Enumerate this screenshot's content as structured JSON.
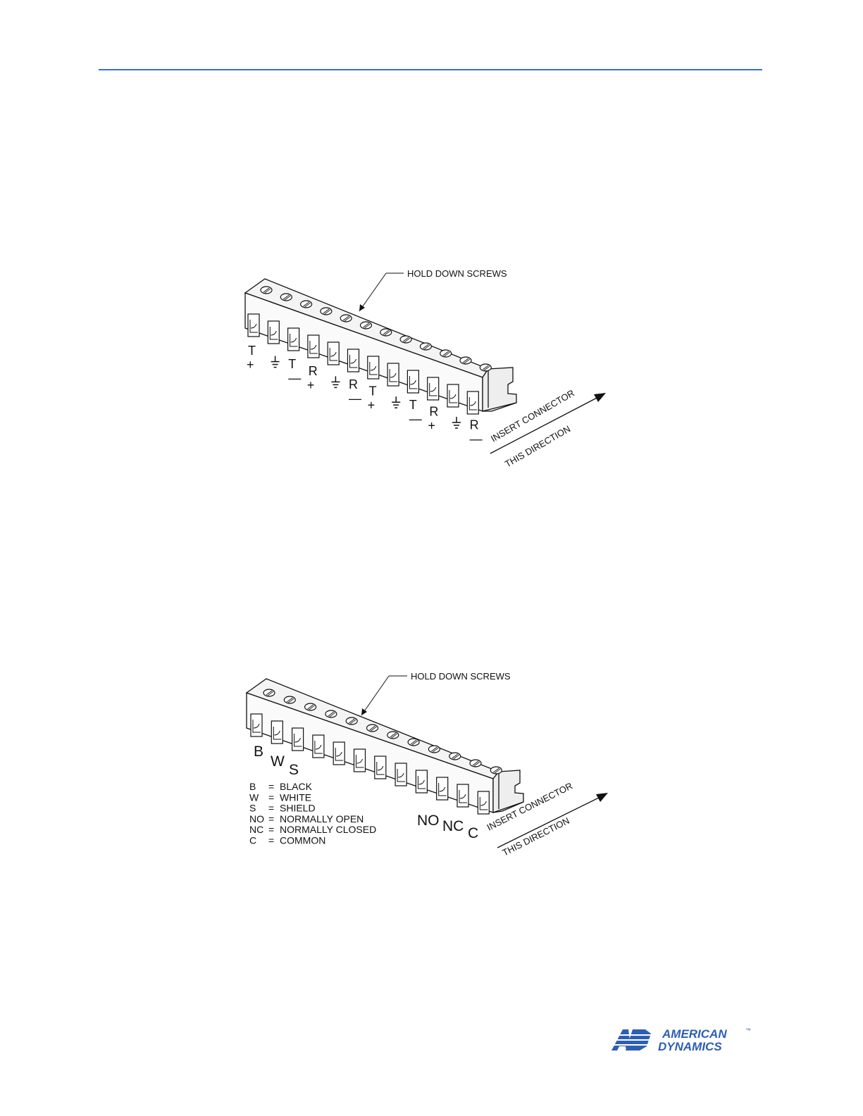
{
  "brand": {
    "accent_color": "#3a6fd8",
    "logo_text_1": "AMERICAN",
    "logo_text_2": "DYNAMICS",
    "logo_mark": "AD",
    "logo_tm": "™",
    "logo_color": "#2d5fb3"
  },
  "figure1": {
    "callout": "HOLD DOWN SCREWS",
    "pins": [
      {
        "top": "T",
        "bottom": "+"
      },
      {
        "top": "",
        "bottom": "⏚"
      },
      {
        "top": "T",
        "bottom": "—"
      },
      {
        "top": "R",
        "bottom": "+"
      },
      {
        "top": "",
        "bottom": "⏚"
      },
      {
        "top": "R",
        "bottom": "—"
      },
      {
        "top": "T",
        "bottom": "+"
      },
      {
        "top": "",
        "bottom": "⏚"
      },
      {
        "top": "T",
        "bottom": "—"
      },
      {
        "top": "R",
        "bottom": "+"
      },
      {
        "top": "",
        "bottom": "⏚"
      },
      {
        "top": "R",
        "bottom": "—"
      }
    ],
    "direction_line1": "INSERT CONNECTOR",
    "direction_line2": "THIS DIRECTION"
  },
  "figure2": {
    "callout": "HOLD DOWN SCREWS",
    "left_pins": [
      "B",
      "W",
      "S"
    ],
    "right_pins": [
      "NO",
      "NC",
      "C"
    ],
    "legend": [
      {
        "abbr": "B",
        "meaning": "BLACK"
      },
      {
        "abbr": "W",
        "meaning": "WHITE"
      },
      {
        "abbr": "S",
        "meaning": "SHIELD"
      },
      {
        "abbr": "NO",
        "meaning": "NORMALLY OPEN"
      },
      {
        "abbr": "NC",
        "meaning": "NORMALLY CLOSED"
      },
      {
        "abbr": "C",
        "meaning": "COMMON"
      }
    ],
    "direction_line1": "INSERT CONNECTOR",
    "direction_line2": "THIS DIRECTION"
  }
}
